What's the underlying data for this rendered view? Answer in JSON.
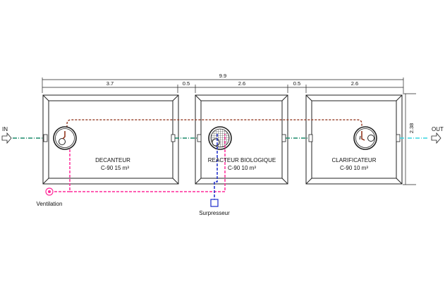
{
  "dimensions": {
    "total": "9.9",
    "decanteur_width": "3.7",
    "gap1": "0.5",
    "reacteur_width": "2.6",
    "gap2": "0.5",
    "clarificateur_width": "2.6",
    "height": "2.38"
  },
  "flow": {
    "in_label": "IN",
    "out_label": "OUT"
  },
  "tanks": [
    {
      "name": "DECANTEUR",
      "spec": "C-90 15 m³"
    },
    {
      "name": "REACTEUR BIOLOGIQUE",
      "spec": "C-90 10 m³"
    },
    {
      "name": "CLARIFICATEUR",
      "spec": "C-90 10 m³"
    }
  ],
  "equipment": {
    "ventilation_label": "Ventilation",
    "surpresseur_label": "Surpresseur"
  },
  "colors": {
    "effluent_line": "#1a8a6a",
    "out_line": "#36d6e0",
    "recirculation_line": "#8b2a10",
    "ventilation_line": "#ff2a9a",
    "air_line": "#1a2acc",
    "outline": "#222222"
  }
}
